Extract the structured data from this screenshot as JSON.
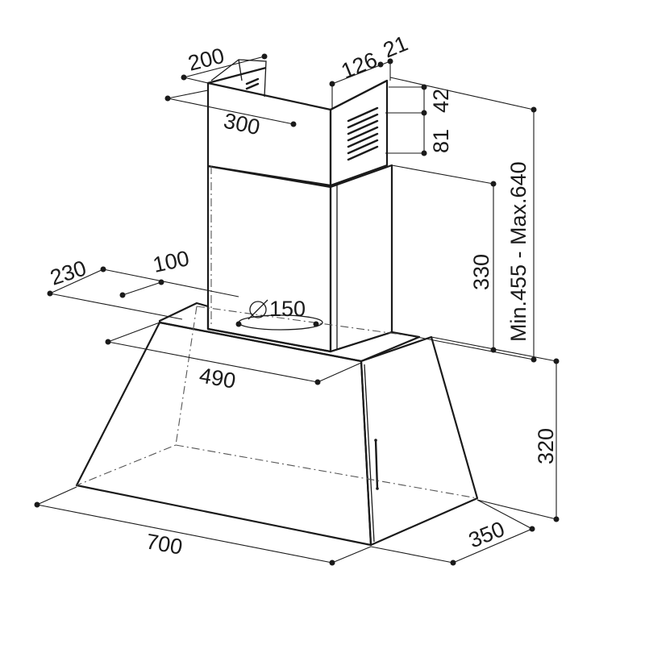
{
  "dimensions": {
    "chimney_top_depth": "200",
    "chimney_top_width": "300",
    "vent_width": "126",
    "vent_offset": "21",
    "vent_height_upper": "42",
    "vent_height_lower": "81",
    "chimney_lower_height": "330",
    "chimney_range": "Min.455 - Max.640",
    "outlet_offset_depth": "230",
    "outlet_offset_side": "100",
    "outlet_diameter": "150",
    "canopy_top_width": "490",
    "canopy_height": "320",
    "canopy_width": "700",
    "canopy_depth": "350"
  }
}
